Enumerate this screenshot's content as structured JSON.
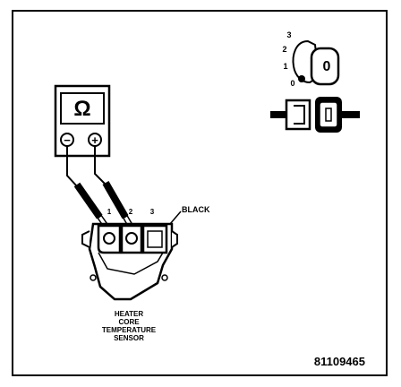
{
  "ohmmeter": {
    "display_symbol": "Ω",
    "negative_terminal": "−",
    "positive_terminal": "+"
  },
  "ignition_key": {
    "positions": [
      "3",
      "2",
      "1",
      "0"
    ],
    "key_mark": "0"
  },
  "connector": {
    "terminal_numbers": [
      "1",
      "2",
      "3"
    ],
    "color_label": "BLACK"
  },
  "sensor_name": {
    "line1": "HEATER",
    "line2": "CORE",
    "line3": "TEMPERATURE",
    "line4": "SENSOR"
  },
  "figure_code": "81109465"
}
